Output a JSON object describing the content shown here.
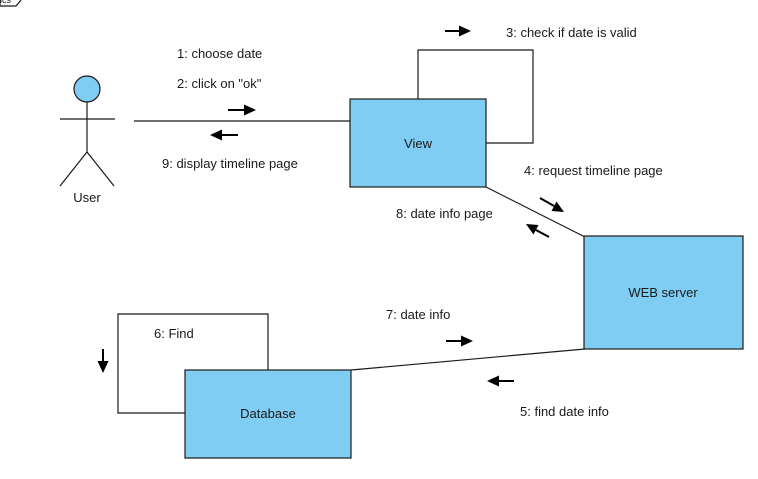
{
  "frame_label": "ics",
  "actors": {
    "user": "User"
  },
  "objects": {
    "view": "View",
    "web_server": "WEB server",
    "database": "Database"
  },
  "messages": {
    "m1": "1: choose date",
    "m2": "2: click on \"ok\"",
    "m3": "3: check if date is valid",
    "m4": "4: request timeline page",
    "m5": "5: find date info",
    "m6": "6: Find",
    "m7": "7: date info",
    "m8": "8: date info page",
    "m9": "9: display timeline page"
  },
  "colors": {
    "object_fill": "#7fcdf3",
    "actor_fill": "#7fcdf3",
    "stroke": "#1a1a1a"
  }
}
